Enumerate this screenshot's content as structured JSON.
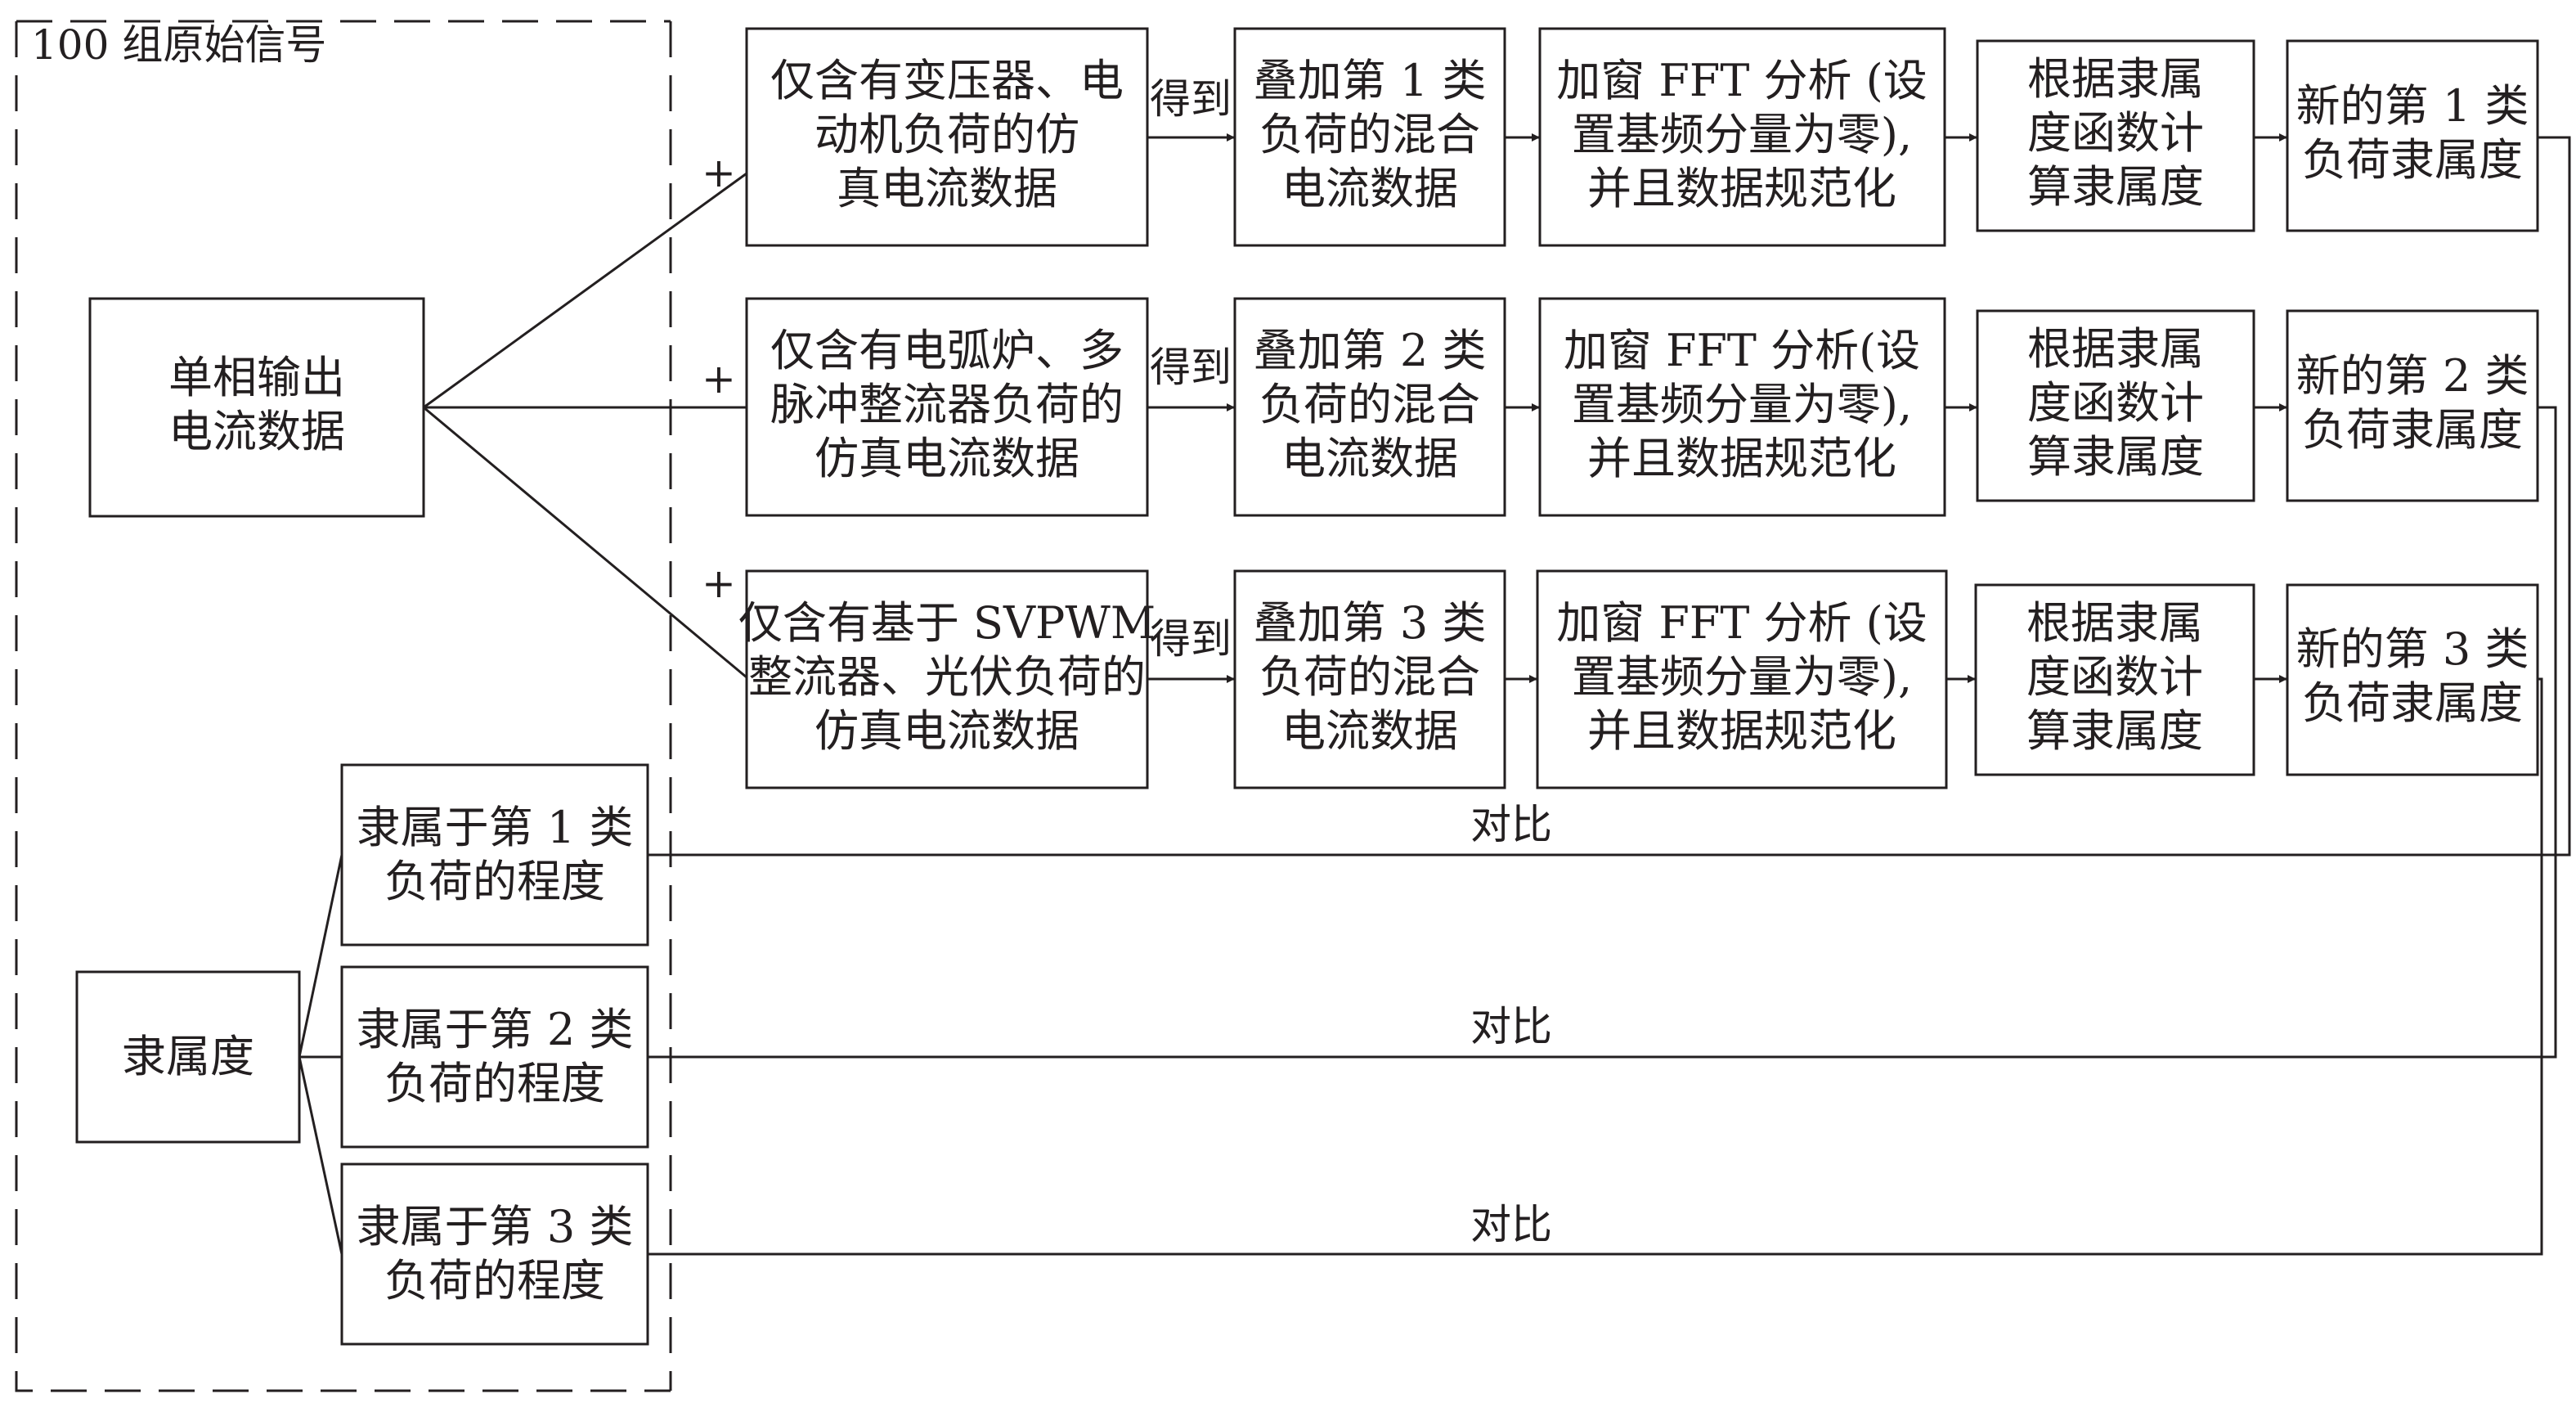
{
  "diagram": {
    "group_label": "100 组原始信号",
    "source_box": [
      "单相输出",
      "电流数据"
    ],
    "membership_box": "隶属度",
    "plus": "+",
    "obtain_label": "得到",
    "compare_label": "对比",
    "rows": [
      {
        "simulated": [
          "仅含有变压器、电",
          "动机负荷的仿",
          "真电流数据"
        ],
        "mixed": [
          "叠加第 1 类",
          "负荷的混合",
          "电流数据"
        ],
        "fft": [
          "加窗 FFT 分析 (设",
          "置基频分量为零),",
          "并且数据规范化"
        ],
        "calc": [
          "根据隶属",
          "度函数计",
          "算隶属度"
        ],
        "result": [
          "新的第 1 类",
          "负荷隶属度"
        ],
        "degree": [
          "隶属于第 1 类",
          "负荷的程度"
        ]
      },
      {
        "simulated": [
          "仅含有电弧炉、多",
          "脉冲整流器负荷的",
          "仿真电流数据"
        ],
        "mixed": [
          "叠加第 2 类",
          "负荷的混合",
          "电流数据"
        ],
        "fft": [
          "加窗 FFT 分析(设",
          "置基频分量为零),",
          "并且数据规范化"
        ],
        "calc": [
          "根据隶属",
          "度函数计",
          "算隶属度"
        ],
        "result": [
          "新的第 2 类",
          "负荷隶属度"
        ],
        "degree": [
          "隶属于第 2 类",
          "负荷的程度"
        ]
      },
      {
        "simulated": [
          "仅含有基于 SVPWM",
          "整流器、光伏负荷的",
          "仿真电流数据"
        ],
        "mixed": [
          "叠加第 3 类",
          "负荷的混合",
          "电流数据"
        ],
        "fft": [
          "加窗 FFT 分析 (设",
          "置基频分量为零),",
          "并且数据规范化"
        ],
        "calc": [
          "根据隶属",
          "度函数计",
          "算隶属度"
        ],
        "result": [
          "新的第 3 类",
          "负荷隶属度"
        ],
        "degree": [
          "隶属于第 3 类",
          "负荷的程度"
        ]
      }
    ]
  }
}
